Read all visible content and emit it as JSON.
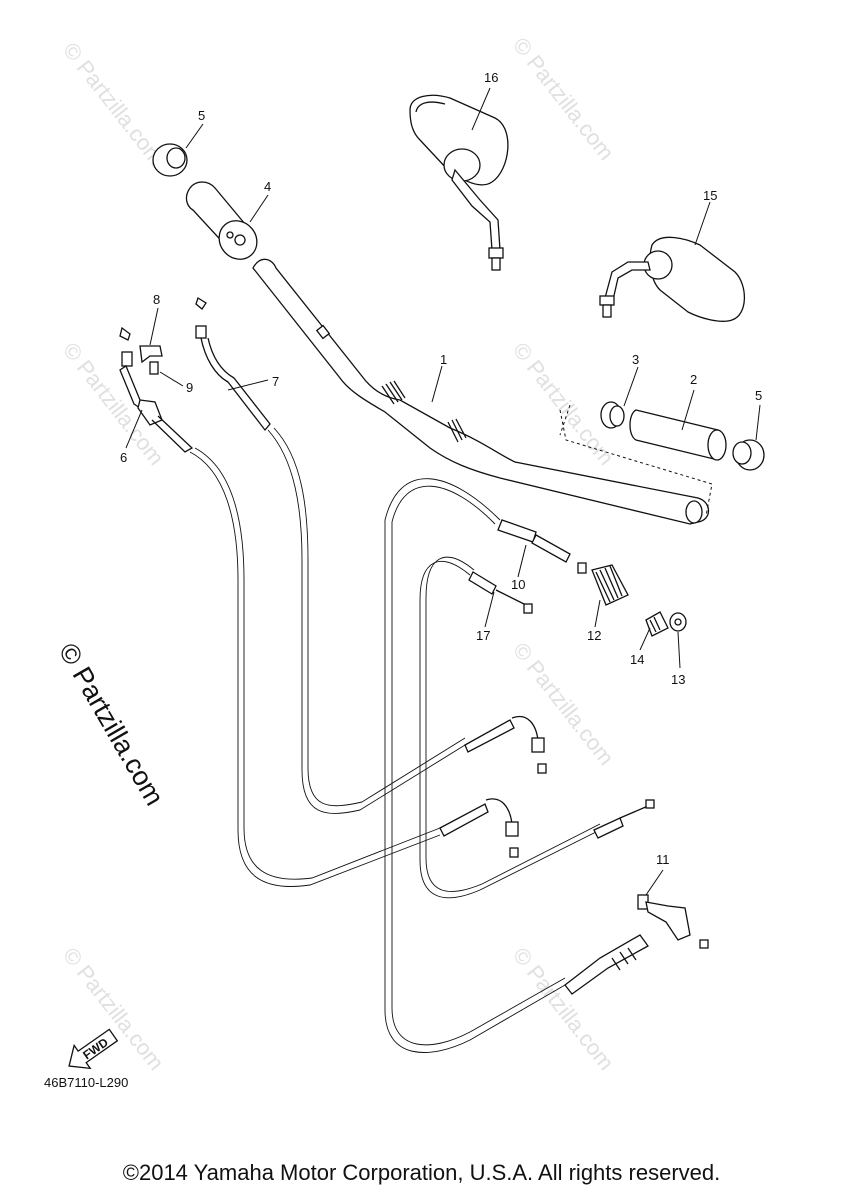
{
  "watermark": {
    "text": "© Partzilla.com",
    "main_text": "© Partzilla.com"
  },
  "diagram_code": "46B7110-L290",
  "fwd_label": "FWD",
  "copyright": "©2014 Yamaha Motor Corporation, U.S.A. All rights reserved.",
  "callouts": {
    "c1": "1",
    "c2": "2",
    "c3": "3",
    "c4": "4",
    "c5a": "5",
    "c5b": "5",
    "c6": "6",
    "c7": "7",
    "c8": "8",
    "c9": "9",
    "c10": "10",
    "c11": "11",
    "c12": "12",
    "c13": "13",
    "c14": "14",
    "c15": "15",
    "c16": "16",
    "c17": "17"
  }
}
